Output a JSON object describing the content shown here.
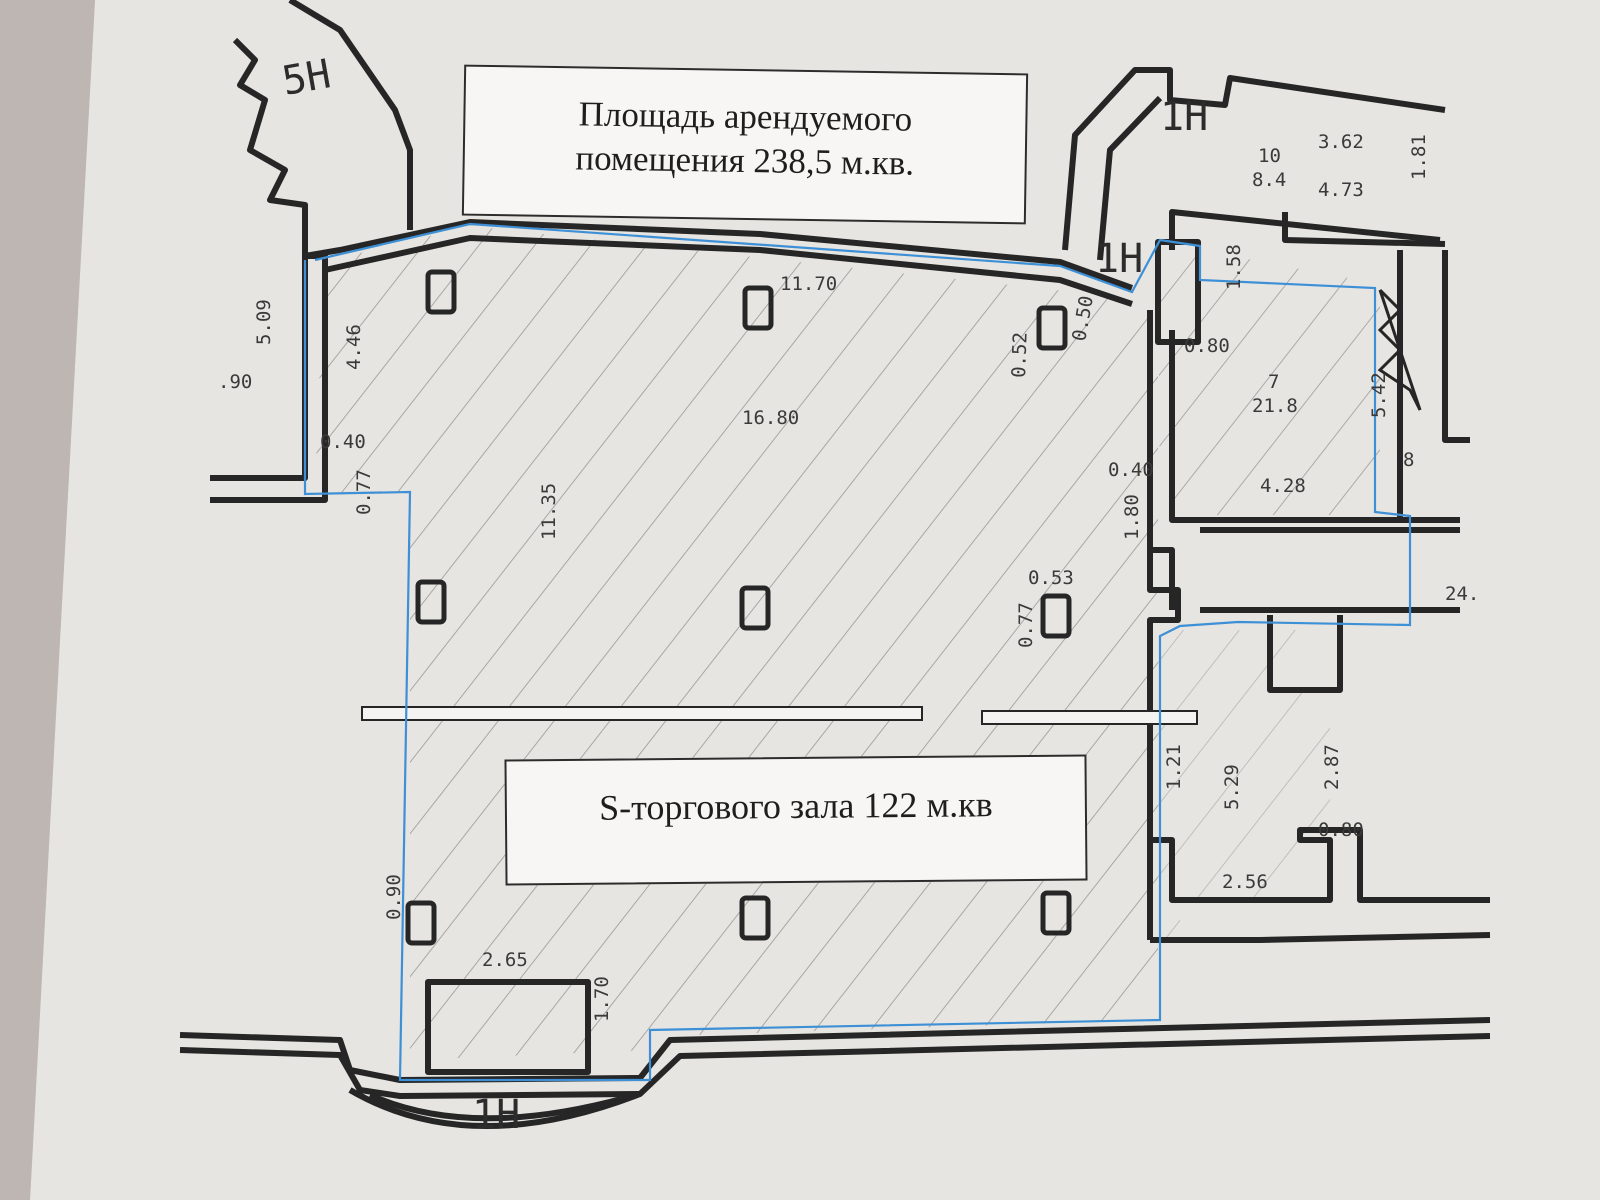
{
  "captions": {
    "rented_area_line1": "Площадь арендуемого",
    "rented_area_line2": "помещения 238,5 м.кв.",
    "sales_hall": "S-торгового зала 122 м.кв"
  },
  "room_labels": {
    "top_left": "5Н",
    "top_right": "1Н",
    "right_corridor": "1Н",
    "bottom_entrance": "1Н"
  },
  "dimensions": {
    "hall_top": "11.70",
    "hall_width": "16.80",
    "hall_depth": "11.35",
    "left_wall_upper": "4.46",
    "left_outer": "5.09",
    "left_far": ".90",
    "left_gap": "0.40",
    "left_gap_2": "0.77",
    "column_a": "0.52",
    "column_b": "0.50",
    "column_c": "0.53",
    "column_d": "0.77",
    "bottom_left": "0.90",
    "stair_width": "2.65",
    "stair_height": "1.70",
    "room7_number": "7",
    "room7_area": "21.8",
    "room7_height": "5.42",
    "room7_width": "4.28",
    "room10_number": "10",
    "room10_area": "8.4",
    "room10_top": "3.62",
    "room10_width": "4.73",
    "room10_height": "1.81",
    "small_room_a": "0.80",
    "small_room_b": "1.58",
    "passage_left": "0.40",
    "passage_height": "1.80",
    "lower_room_height": "5.29",
    "lower_room_inner": "2.87",
    "lower_room_width": "2.56",
    "lower_room_door": "0.80",
    "lower_room_left": "1.21",
    "right_edge": "24.",
    "stair_right_mark": "8"
  },
  "colors": {
    "paper": "#e9e7e3",
    "wall": "#262626",
    "hatch": "#8a8a8a",
    "boundary": "#3d8fd6"
  }
}
